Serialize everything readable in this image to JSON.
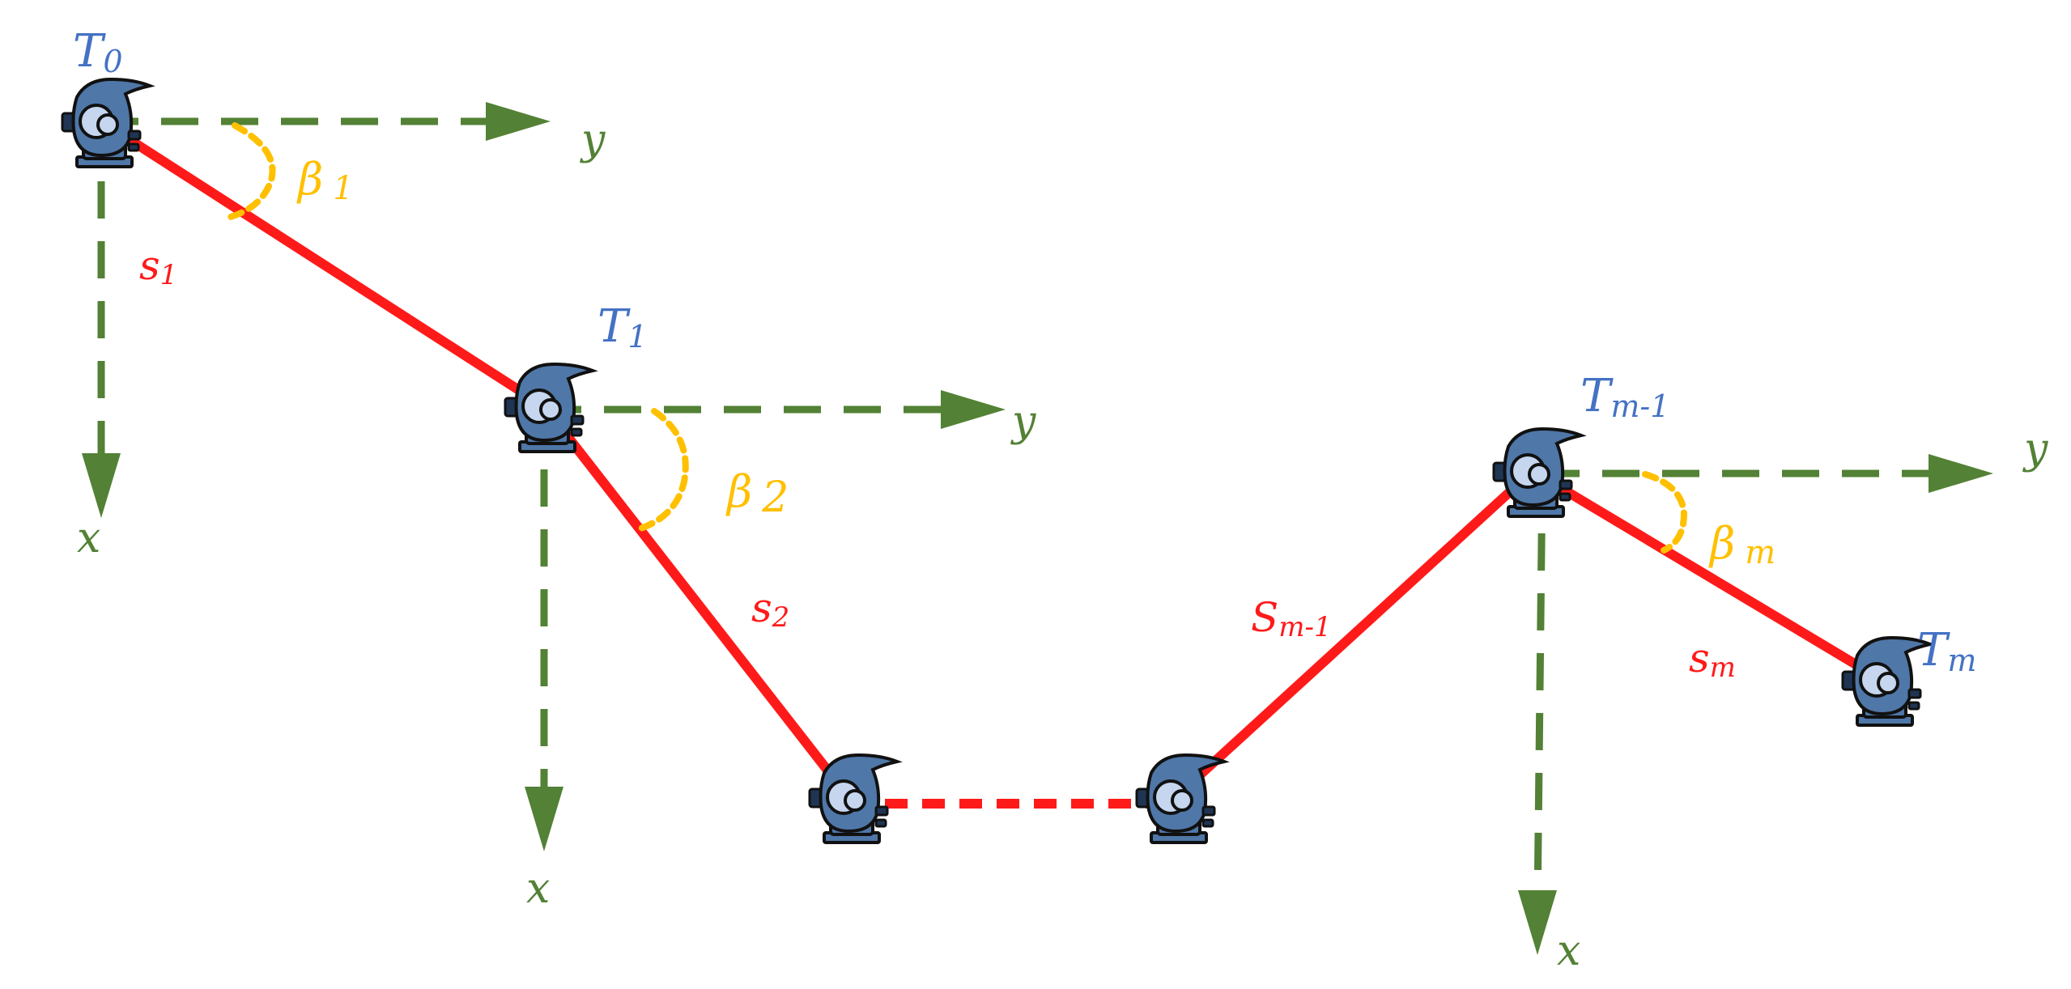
{
  "colors": {
    "traverse": "#ff1a1a",
    "axis": "#538135",
    "angle": "#ffc000",
    "station_fill": "#4f77a8",
    "station_light": "#c5d6ee",
    "station_outline": "#111111",
    "station_label": "#4472c4"
  },
  "icons": {
    "station": "total-station-icon",
    "axis_arrow": "arrow-head-icon"
  },
  "stations": [
    {
      "id": "T0",
      "base": "T",
      "sub": "0"
    },
    {
      "id": "T1",
      "base": "T",
      "sub": "1"
    },
    {
      "id": "Ta",
      "base": "",
      "sub": ""
    },
    {
      "id": "Tb",
      "base": "",
      "sub": ""
    },
    {
      "id": "Tm1",
      "base": "T",
      "sub": "m-1"
    },
    {
      "id": "Tm",
      "base": "T",
      "sub": "m"
    }
  ],
  "segments": [
    {
      "from": "T0",
      "to": "T1",
      "label_base": "s",
      "label_sub": "1",
      "style": "solid"
    },
    {
      "from": "T1",
      "to": "Ta",
      "label_base": "s",
      "label_sub": "2",
      "style": "solid"
    },
    {
      "from": "Ta",
      "to": "Tb",
      "label_base": "",
      "label_sub": "",
      "style": "dashed"
    },
    {
      "from": "Tb",
      "to": "Tm1",
      "label_base": "S",
      "label_sub": "m-1",
      "style": "solid"
    },
    {
      "from": "Tm1",
      "to": "Tm",
      "label_base": "s",
      "label_sub": "m",
      "style": "solid"
    }
  ],
  "axes": [
    {
      "station": "T0",
      "x_label": "x",
      "y_label": "y"
    },
    {
      "station": "T1",
      "x_label": "x",
      "y_label": "y"
    },
    {
      "station": "Tm1",
      "x_label": "x",
      "y_label": "y"
    }
  ],
  "angles": [
    {
      "station": "T0",
      "symbol": "β",
      "sub": "1"
    },
    {
      "station": "T1",
      "symbol": "β",
      "sub": "2"
    },
    {
      "station": "Tm1",
      "symbol": "β",
      "sub": "m"
    }
  ]
}
